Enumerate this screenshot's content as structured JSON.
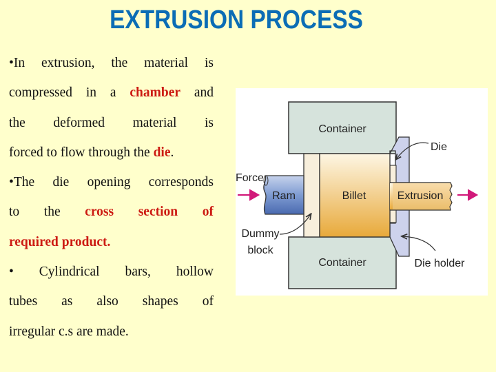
{
  "slide": {
    "title": "EXTRUSION PROCESS",
    "background_color": "#ffffcc",
    "title_color": "#0b6db5",
    "highlight_color": "#cc1a12"
  },
  "bullets": {
    "lines": [
      {
        "parts": [
          "•In extrusion, the material is"
        ]
      },
      {
        "parts": [
          "compressed in a ",
          "chamber",
          " and"
        ]
      },
      {
        "parts": [
          "the deformed material is"
        ]
      },
      {
        "parts": [
          "forced to flow through the ",
          "die",
          "."
        ]
      },
      {
        "parts": [
          "•The die opening corresponds"
        ]
      },
      {
        "parts": [
          "to the ",
          "cross section of"
        ]
      },
      {
        "parts": [
          "required product."
        ]
      },
      {
        "parts": [
          "• Cylindrical bars, hollow"
        ]
      },
      {
        "parts": [
          "tubes as also shapes of"
        ]
      },
      {
        "parts": [
          "irregular c.s are made."
        ]
      }
    ],
    "items": [
      {
        "text": "In extrusion, the material is compressed in a chamber and the deformed material is forced to flow through the die.",
        "highlights": [
          "chamber",
          "die"
        ]
      },
      {
        "text": "The die opening corresponds to the cross section of required product.",
        "highlights": [
          "cross section of required product."
        ]
      },
      {
        "text": "Cylindrical bars, hollow tubes as also shapes of irregular c.s are made.",
        "highlights": []
      }
    ]
  },
  "diagram": {
    "labels": {
      "container_top": "Container",
      "container_bottom": "Container",
      "die": "Die",
      "force": "Force",
      "ram": "Ram",
      "billet": "Billet",
      "extrusion": "Extrusion",
      "dummy_block_line1": "Dummy",
      "dummy_block_line2": "block",
      "die_holder": "Die holder"
    },
    "colors": {
      "container": "#d6e3dc",
      "ram": "#6f8fc9",
      "billet_top": "#fdf3dc",
      "billet_bottom": "#e8a93a",
      "die": "#cdd2ec",
      "dummy_block": "#f8efdc",
      "arrow": "#d1197a"
    }
  }
}
